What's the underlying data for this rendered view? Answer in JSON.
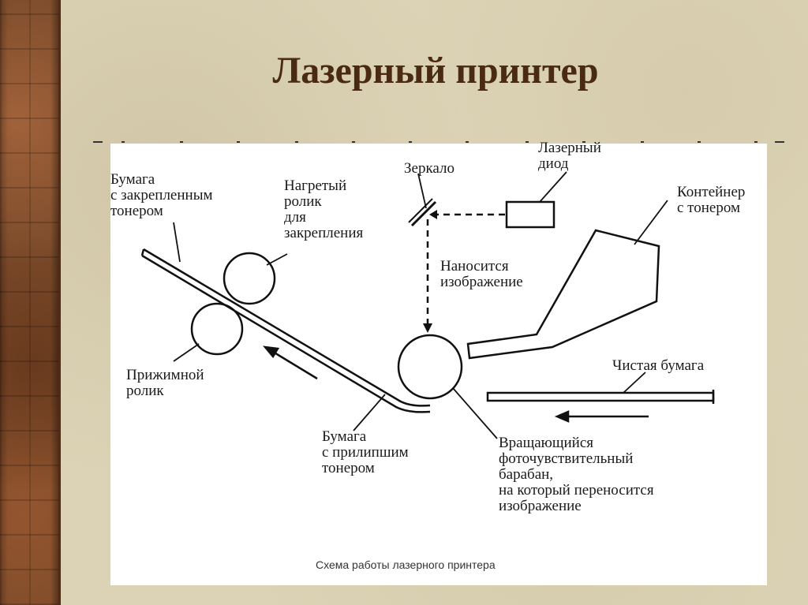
{
  "slide": {
    "title": "Лазерный принтер"
  },
  "diagram": {
    "labels": {
      "paper_fixed_toner": "Бумага\nс закрепленным\nтонером",
      "heated_roller": "Нагретый\nролик\nдля\nзакрепления",
      "mirror": "Зеркало",
      "laser_diode": "Лазерный\nдиод",
      "toner_container": "Контейнер\nс тонером",
      "image_applied": "Наносится\nизображение",
      "pressure_roller": "Прижимной\nролик",
      "clean_paper": "Чистая бумага",
      "paper_stuck_toner": "Бумага\nс прилипшим\nтонером",
      "drum": "Вращающийся\nфоточувствительный\nбарабан,\nна который переносится\nизображение"
    },
    "caption": "Схема работы лазерного принтера"
  }
}
